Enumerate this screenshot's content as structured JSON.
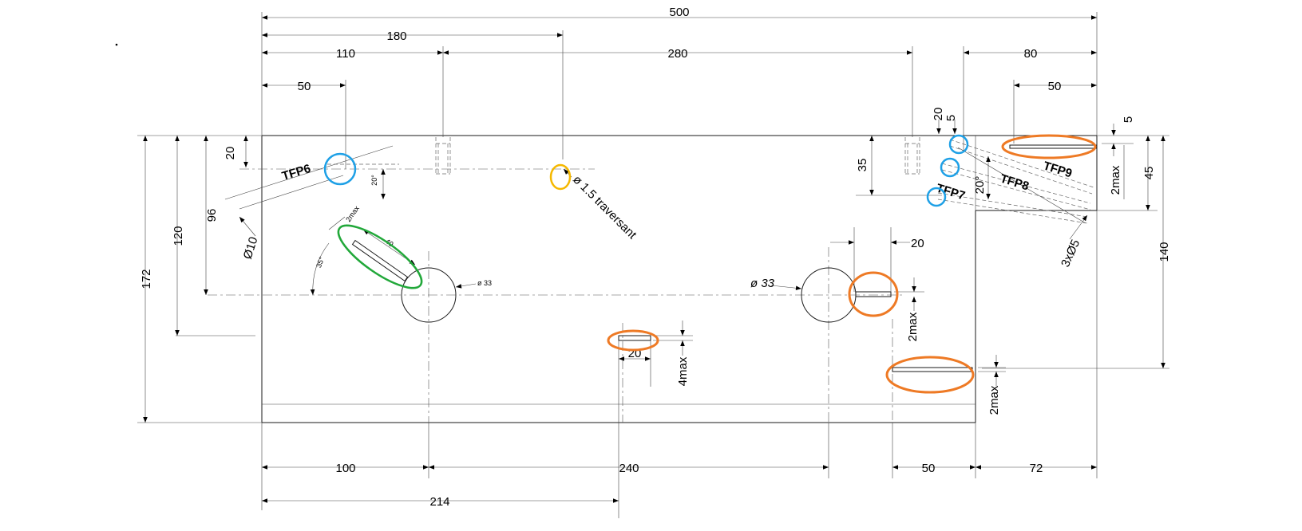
{
  "colors": {
    "highlight_blue": "#1ea0e6",
    "highlight_orange": "#ee7a25",
    "highlight_yellow": "#f5b800",
    "highlight_green": "#22a83a"
  },
  "dimensions": {
    "top": {
      "d500": "500",
      "d180": "180",
      "d110": "110",
      "d280": "280",
      "d80": "80",
      "d50_left": "50",
      "d50_right": "50"
    },
    "bottom": {
      "d100": "100",
      "d240": "240",
      "d50": "50",
      "d72": "72",
      "d214": "214"
    },
    "left": {
      "d172": "172",
      "d120": "120",
      "d96": "96",
      "d20": "20"
    },
    "right": {
      "d140": "140",
      "d45": "45",
      "d5": "5",
      "d2max": "2max"
    },
    "misc": {
      "d20_top": "20",
      "d5_top": "5",
      "d35": "35",
      "d20_right": "20",
      "d2max_slot": "2max",
      "d20_slot": "20",
      "d4max": "4max",
      "d2max_bottom": "2max",
      "angle20_left": "20°",
      "angle20_right": "20°",
      "angle35": "35°",
      "d40": "40",
      "d2max_small": "2max"
    }
  },
  "annotations": {
    "hole_left": "ø 33",
    "hole_right": "ø 33",
    "pin_hole": "ø 1.5 traversant",
    "bore_left": "Ø10",
    "bores_right": "3xØ5",
    "tfp6": "TFP6",
    "tfp7": "TFP7",
    "tfp8": "TFP8",
    "tfp9": "TFP9"
  }
}
